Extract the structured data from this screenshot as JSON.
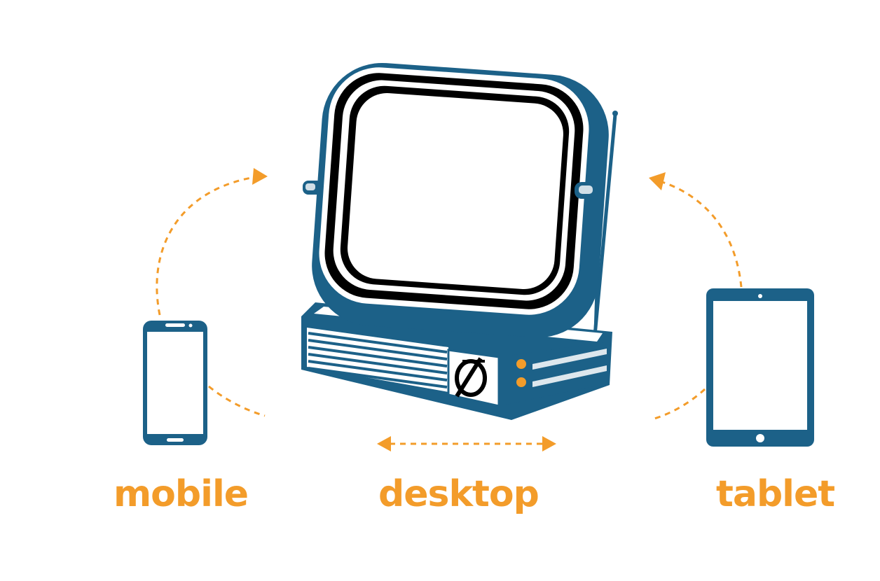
{
  "labels": {
    "mobile": "mobile",
    "desktop": "desktop",
    "tablet": "tablet"
  },
  "colors": {
    "accent": "#f39c2a",
    "device": "#1c6188",
    "device_dark": "#0f3f5e",
    "screen": "#ffffff",
    "ink": "#000000"
  },
  "icons": {
    "tv": "retro-tv-icon",
    "mobile": "smartphone-icon",
    "tablet": "tablet-icon",
    "logo": "d-logo-icon"
  }
}
